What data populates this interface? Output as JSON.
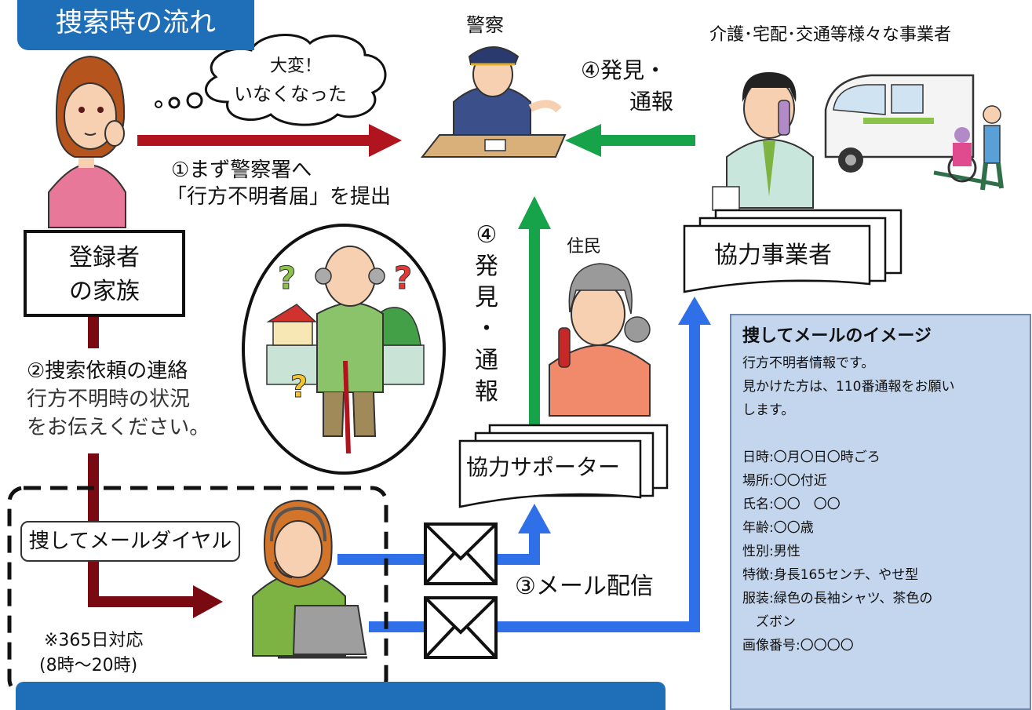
{
  "title": "捜索時の流れ",
  "labels": {
    "police": "警察",
    "businesses": "介護･宅配･交通等様々な事業者",
    "resident": "住民",
    "bubble_line1": "大変！",
    "bubble_line2": "いなくなった"
  },
  "step1": {
    "line1": "①まず警察署へ",
    "line2": "「行方不明者届」を提出"
  },
  "step2": {
    "heading": "②捜索依頼の連絡",
    "line1": "行方不明時の状況",
    "line2": "をお伝えください。"
  },
  "step3": {
    "label": "③メール配信"
  },
  "step4_right": {
    "line1": "④発見・",
    "line2": "通報"
  },
  "step4_vertical": [
    "④",
    "発",
    "見",
    "・",
    "通",
    "報"
  ],
  "boxes": {
    "family_line1": "登録者",
    "family_line2": "の家族",
    "partner_businesses": "協力事業者",
    "supporters": "協力サポーター"
  },
  "dial": {
    "label": "捜してメールダイヤル",
    "note1": "※365日対応",
    "note2": "(8時～20時)"
  },
  "mail_image": {
    "heading": "捜してメールのイメージ",
    "lines": [
      "行方不明者情報です。",
      "見かけた方は、110番通報をお願い",
      "します。",
      "",
      "日時:〇月〇日〇時ごろ",
      "場所:〇〇付近",
      "氏名:〇〇　〇〇",
      "年齢:〇〇歳",
      "性別:男性",
      "特徴:身長165センチ、やせ型",
      "服装:緑色の長袖シャツ、茶色の",
      "　ズボン",
      "画像番号:〇〇〇〇"
    ]
  },
  "colors": {
    "title_blue": "#1f6fb8",
    "arrow_red": "#b0141e",
    "arrow_dark_red": "#7a0a12",
    "arrow_green": "#16a34a",
    "arrow_blue": "#2f6fe8",
    "panel_blue": "#c4d6ee"
  }
}
